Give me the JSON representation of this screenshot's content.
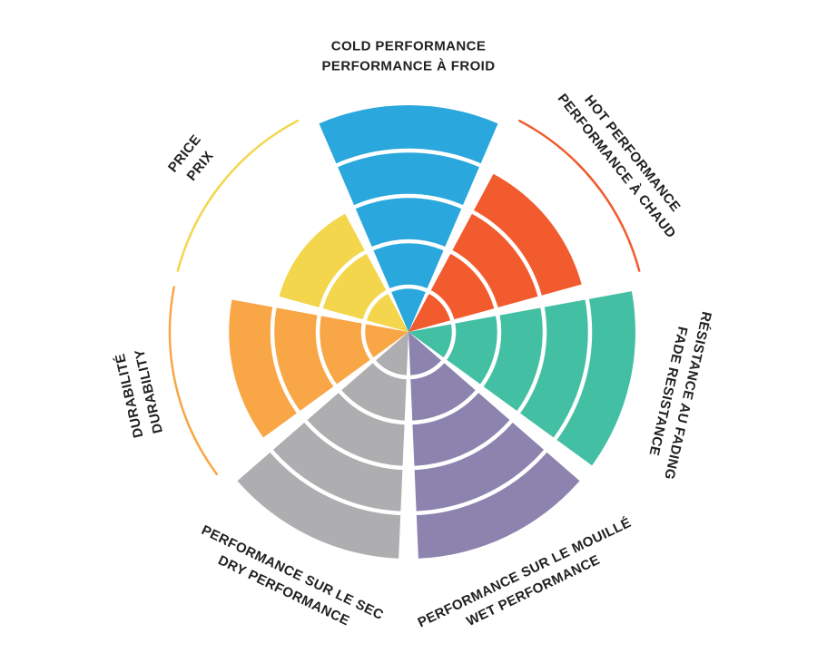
{
  "page": {
    "background_color": "#ffffff",
    "text_color": "#221f1f"
  },
  "chart_data": {
    "type": "polar-wedge",
    "description": "Seven-sector radial performance wheel with concentric ring dividers; filled wedge radius encodes rating out of 5; thin colored outer arcs mark the full-scale radius for sectors below maximum.",
    "scale": {
      "min": 0,
      "max": 5
    },
    "levels": 5,
    "grid": "concentric-white-rings",
    "legend_position": "none",
    "sectors": [
      {
        "name": "cold-performance",
        "lines": [
          "COLD PERFORMANCE",
          "PERFORMANCE À FROID"
        ],
        "value": 5,
        "color": "#2AA7DC",
        "outer_arc": false
      },
      {
        "name": "hot-performance",
        "lines": [
          "HOT PERFORMANCE",
          "PERFORMANCE À CHAUD"
        ],
        "value": 4,
        "color": "#F15B2E",
        "outer_arc": true
      },
      {
        "name": "fade-resistance",
        "lines": [
          "RÉSISTANCE AU FADING",
          "FADE RESISTANCE"
        ],
        "value": 5,
        "color": "#43BFA4",
        "outer_arc": false
      },
      {
        "name": "wet-performance",
        "lines": [
          "PERFORMANCE SUR LE MOUILLÉ",
          "WET PERFORMANCE"
        ],
        "value": 5,
        "color": "#8D83AF",
        "outer_arc": false
      },
      {
        "name": "dry-performance",
        "lines": [
          "PERFORMANCE SUR LE SEC",
          "DRY PERFORMANCE"
        ],
        "value": 5,
        "color": "#AEAEB0",
        "outer_arc": false
      },
      {
        "name": "durability",
        "lines": [
          "DURABILITÉ",
          "DURABILITY"
        ],
        "value": 4,
        "color": "#F9A646",
        "outer_arc": true
      },
      {
        "name": "price",
        "lines": [
          "PRICE",
          "PRIX"
        ],
        "value": 3,
        "color": "#F3D64B",
        "outer_arc": true
      }
    ]
  }
}
